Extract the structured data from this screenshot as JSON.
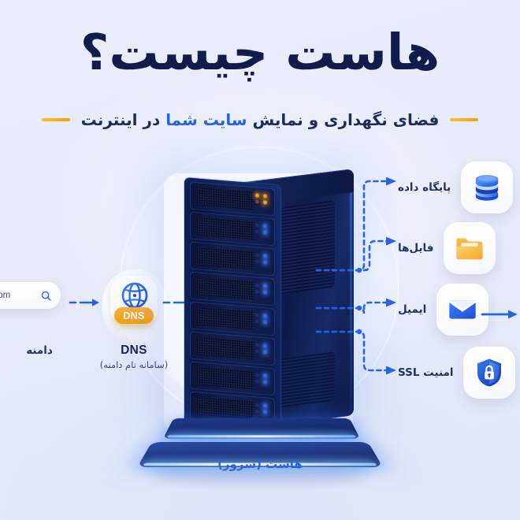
{
  "header": {
    "title": "هاست چیست؟",
    "subtitle_prefix": "فضای نگهداری و نمایش ",
    "subtitle_highlight": "سایت شما",
    "subtitle_suffix": " در اینترنت",
    "title_color": "#101c4c",
    "highlight_color": "#2563eb",
    "dash_color": "#f59f0b"
  },
  "domain": {
    "search_value": "ourdomain.com",
    "search_placeholder": "yourdomain.com",
    "search_icon": "search-icon",
    "label": "دامنه"
  },
  "dns": {
    "badge": "DNS",
    "badge_color": "#f59f0b",
    "icon": "globe-icon",
    "label": "DNS",
    "sublabel": "(سامانه نام دامنه)"
  },
  "server": {
    "label": "هاست (سرور)",
    "label_color": "#2563eb",
    "bay_count": 8,
    "bays": [
      {
        "led_color": "amber"
      },
      {
        "led_color": "blue"
      },
      {
        "led_color": "blue"
      },
      {
        "led_color": "blue"
      },
      {
        "led_color": "blue"
      },
      {
        "led_color": "blue"
      },
      {
        "led_color": "blue"
      },
      {
        "led_color": "blue"
      }
    ],
    "glow_color": "#2563eb"
  },
  "services": [
    {
      "id": "database",
      "label": "پایگاه داده",
      "icon": "database-icon",
      "color": "#1d4ed8"
    },
    {
      "id": "files",
      "label": "فایل‌ها",
      "icon": "folder-icon",
      "color": "#f59f0b"
    },
    {
      "id": "email",
      "label": "ایمیل",
      "icon": "envelope-icon",
      "color": "#2563eb"
    },
    {
      "id": "ssl",
      "label": "امنیت SSL",
      "icon": "shield-lock-icon",
      "color": "#1d4ed8"
    }
  ],
  "connectors": {
    "style": "dashed",
    "color": "#2563eb",
    "arrow_count": 6
  },
  "background": {
    "base_color": "#e9edf9",
    "accent_color": "#2563eb"
  }
}
